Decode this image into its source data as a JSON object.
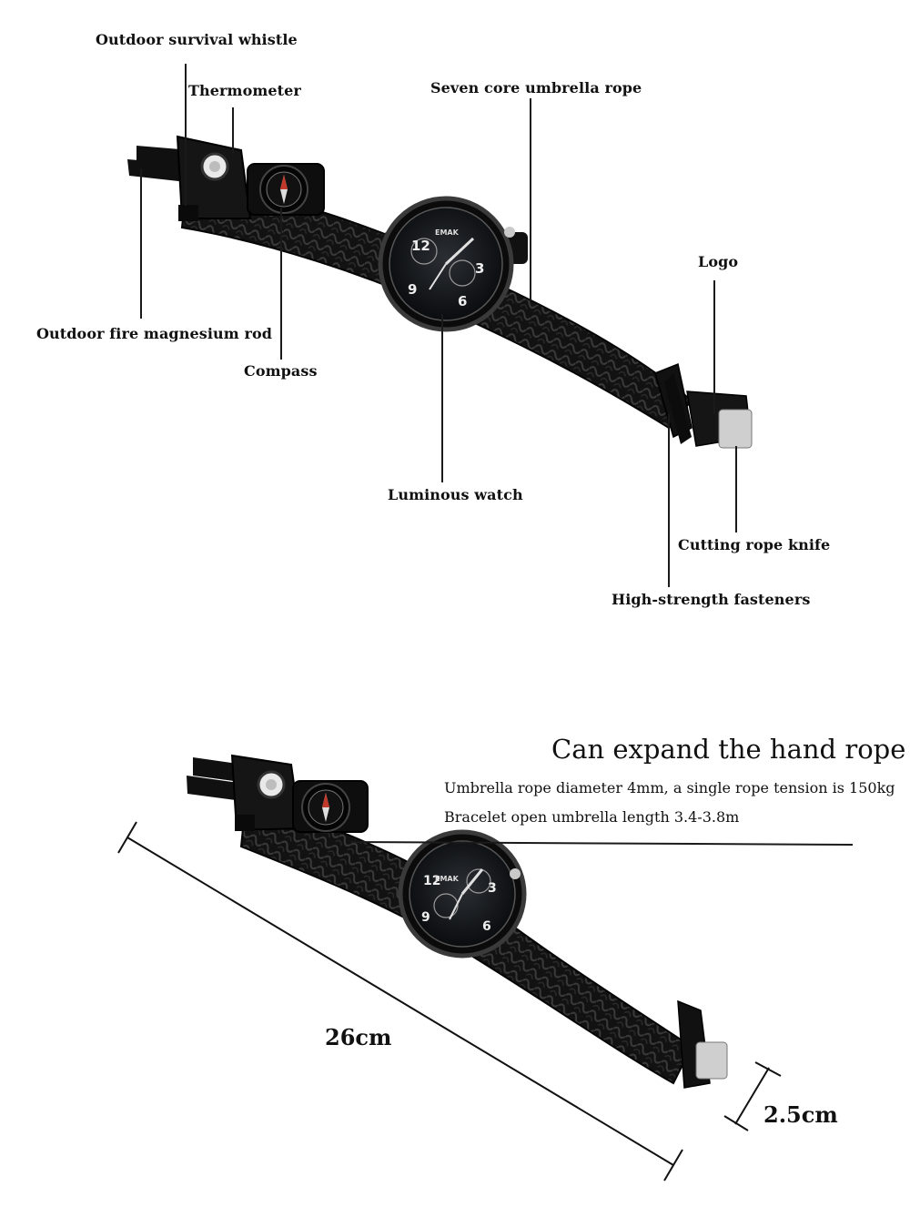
{
  "diagram1": {
    "callouts": {
      "whistle": "Outdoor survival whistle",
      "thermometer": "Thermometer",
      "rope": "Seven core umbrella rope",
      "logo": "Logo",
      "magnesium": "Outdoor fire magnesium rod",
      "compass": "Compass",
      "watch": "Luminous watch",
      "knife": "Cutting rope knife",
      "fasteners": "High-strength fasteners"
    },
    "watch_brand": "EMAK"
  },
  "diagram2": {
    "headline": "Can expand the hand rope",
    "spec_line_1": "Umbrella rope diameter 4mm, a single rope tension is 150kg",
    "spec_line_2": "Bracelet open umbrella length 3.4-3.8m",
    "length_label": "26cm",
    "width_label": "2.5cm",
    "watch_brand": "EMAK"
  },
  "colors": {
    "strap": "#141414",
    "text": "#111111",
    "leader": "#1a1a1a",
    "metal": "#cfcfcf"
  }
}
